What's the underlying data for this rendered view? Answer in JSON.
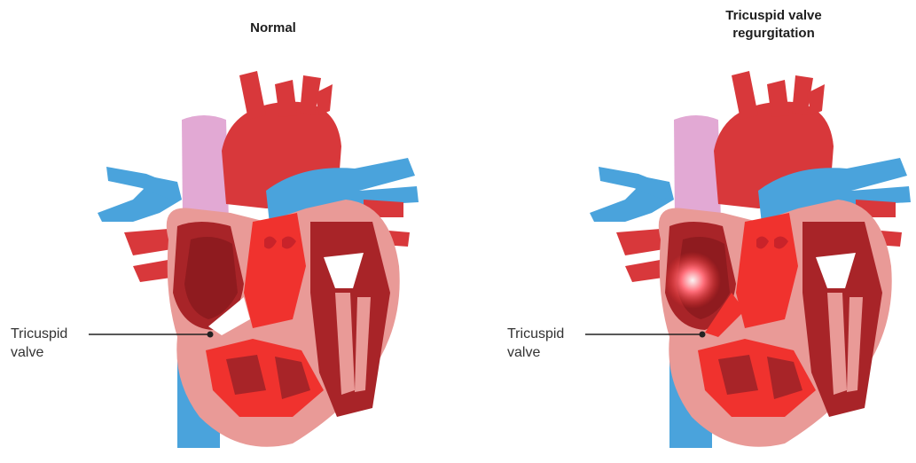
{
  "panels": [
    {
      "title_line1": "Normal",
      "title_line2": "",
      "label_line1": "Tricuspid",
      "label_line2": "valve"
    },
    {
      "title_line1": "Tricuspid valve",
      "title_line2": "regurgitation",
      "label_line1": "Tricuspid",
      "label_line2": "valve"
    }
  ],
  "colors": {
    "aorta_red": "#d8383b",
    "dark_red": "#a82428",
    "vein_blue": "#4aa3dc",
    "vena_cava_pink": "#e2a9d4",
    "myocardium_pink": "#e99a97",
    "chamber_bright_red": "#f0322e",
    "regurgitation_glow": "#ff6e7a"
  }
}
